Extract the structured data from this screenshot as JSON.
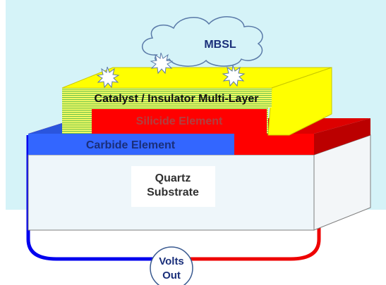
{
  "labels": {
    "cloud": "MBSL",
    "multilayer": "Catalyst / Insulator Multi-Layer",
    "silicide": "Silicide Element",
    "carbide": "Carbide Element",
    "substrate_line1": "Quartz",
    "substrate_line2": "Substrate",
    "meter_line1": "Volts",
    "meter_line2": "Out"
  },
  "colors": {
    "sky": "#d5f3f8",
    "catalyst_yellow": "#ffff00",
    "stripe_green": "#6cc24a",
    "silicide_red": "#ff0000",
    "carbide_blue": "#3366ff",
    "quartz": "#eef6fa",
    "label_navy": "#1a2f7a",
    "silicide_text": "#b04040",
    "wire_blue": "#0000ee",
    "wire_red": "#ee0000"
  },
  "icons": [
    "cloud-icon",
    "starburst-icon"
  ]
}
